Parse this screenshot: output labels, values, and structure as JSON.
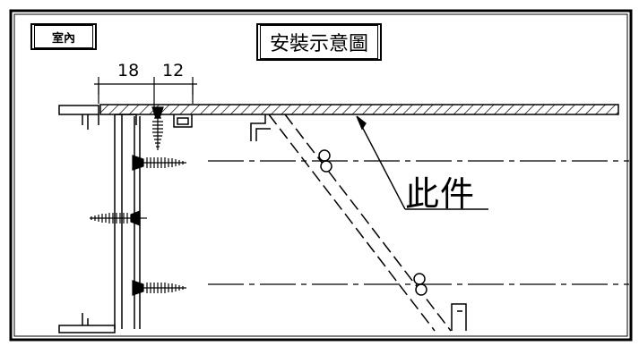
{
  "room_label": "室內",
  "title": "安裝示意圖",
  "dimensions": {
    "left": "18",
    "right": "12"
  },
  "callout": "此件"
}
